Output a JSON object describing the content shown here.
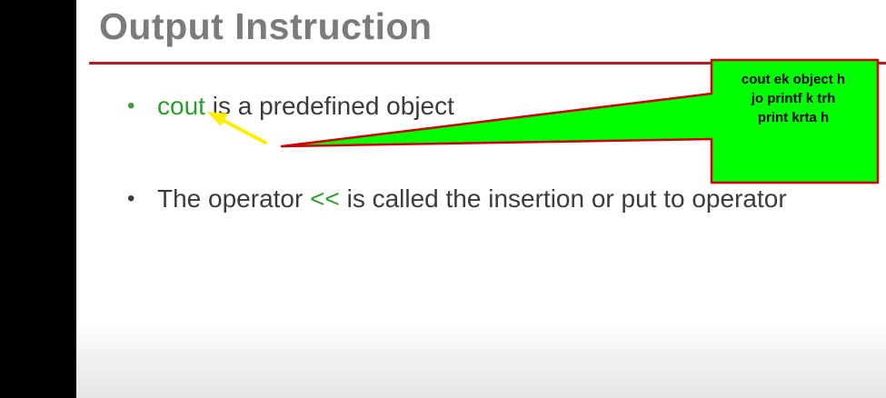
{
  "slide": {
    "title": "Output Instruction",
    "bullets": [
      {
        "parts": [
          {
            "text": "cout",
            "highlight": true
          },
          {
            "text": " is a predefined object",
            "highlight": false
          }
        ]
      },
      {
        "parts": [
          {
            "text": "The operator ",
            "highlight": false
          },
          {
            "text": "<<",
            "highlight": true
          },
          {
            "text": " is called the insertion or put to operator",
            "highlight": false
          }
        ]
      }
    ],
    "bullet_symbol": "•"
  },
  "callout": {
    "lines": [
      "cout ek object h",
      "jo printf k trh",
      "print krta h"
    ],
    "fill_color": "#00ff00",
    "border_color": "#cc0000"
  },
  "arrow": {
    "color": "#ffff00",
    "icon": "arrow-icon"
  },
  "colors": {
    "title": "#7b7b7b",
    "rule": "#b02121",
    "highlight": "#2f9a2f",
    "body_text": "#3b3b3b"
  }
}
